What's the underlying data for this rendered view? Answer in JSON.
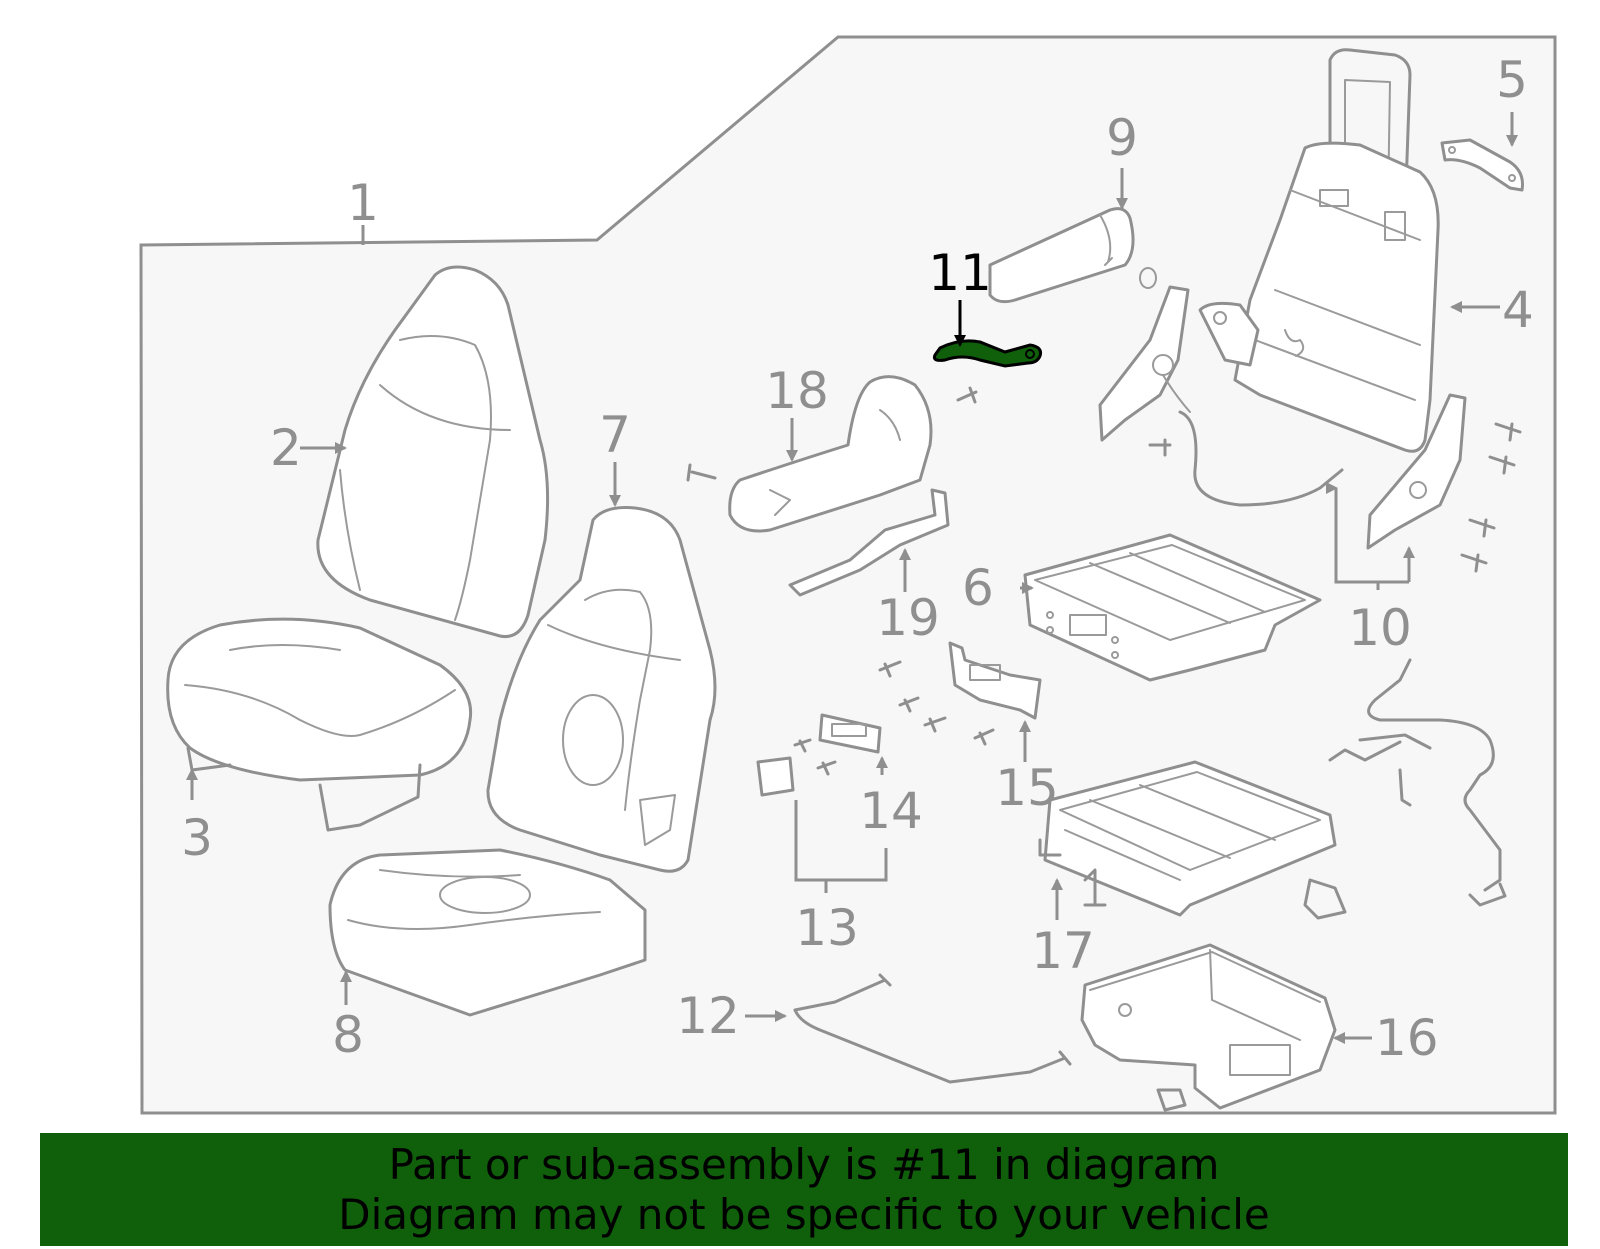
{
  "callouts": {
    "c1": "1",
    "c2": "2",
    "c3": "3",
    "c4": "4",
    "c5": "5",
    "c6": "6",
    "c7": "7",
    "c8": "8",
    "c9": "9",
    "c10": "10",
    "c11": "11",
    "c12": "12",
    "c13": "13",
    "c14": "14",
    "c15": "15",
    "c16": "16",
    "c17": "17",
    "c18": "18",
    "c19": "19"
  },
  "highlighted_part": "11",
  "colors": {
    "highlight": "#0f5f0b",
    "line": "#8f8f8f",
    "panel": "#f7f7f7",
    "banner": "#0f5f0b"
  },
  "banner": {
    "line1": "Part or sub-assembly is #11 in diagram",
    "line2": "Diagram may not be specific to your vehicle"
  }
}
